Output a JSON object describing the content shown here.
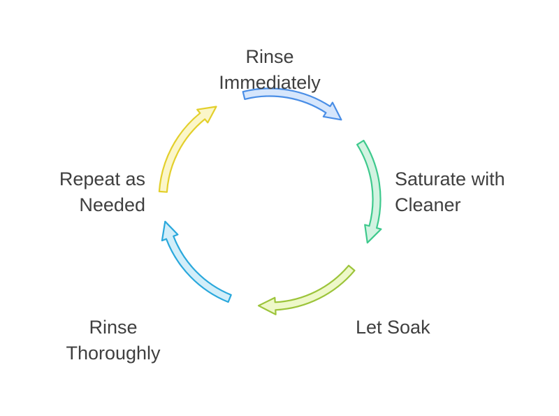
{
  "diagram": {
    "steps": [
      {
        "label_lines": [
          "Rinse",
          "Immediately"
        ],
        "fill": "#d6e6fc",
        "stroke": "#4a8ee6"
      },
      {
        "label_lines": [
          "Saturate with",
          "Cleaner"
        ],
        "fill": "#d2f3e1",
        "stroke": "#3ec98d"
      },
      {
        "label_lines": [
          "Let Soak"
        ],
        "fill": "#eef8c9",
        "stroke": "#9cc43a"
      },
      {
        "label_lines": [
          "Rinse",
          "Thoroughly"
        ],
        "fill": "#d2eef9",
        "stroke": "#2aa8dc"
      },
      {
        "label_lines": [
          "Repeat as",
          "Needed"
        ],
        "fill": "#fbf6c9",
        "stroke": "#e3cf2b"
      }
    ]
  }
}
